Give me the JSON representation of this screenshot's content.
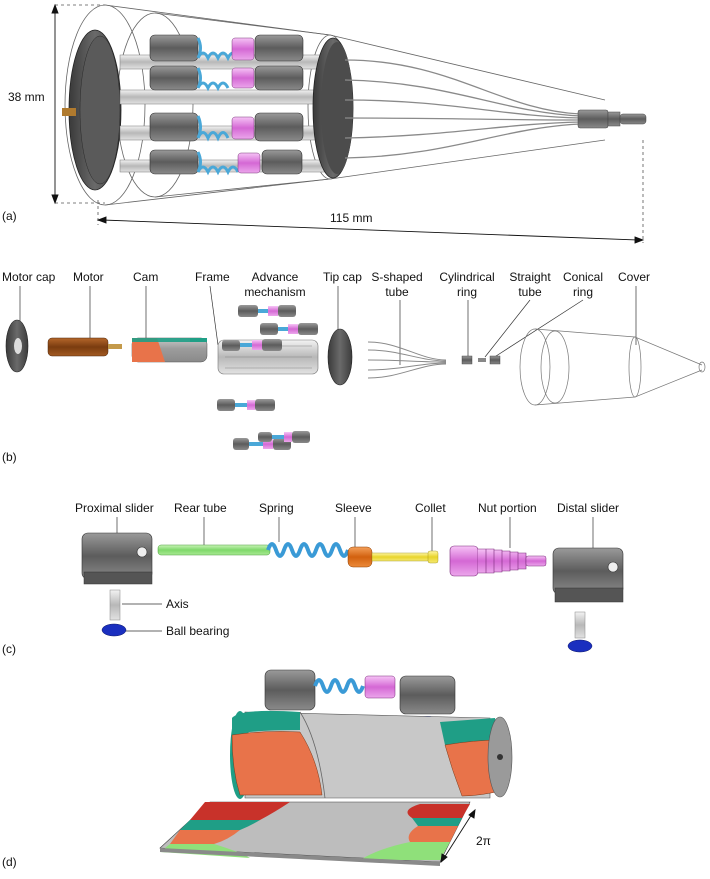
{
  "panels": {
    "a": "(a)",
    "b": "(b)",
    "c": "(c)",
    "d": "(d)"
  },
  "panel_a": {
    "height_dim": "38 mm",
    "length_dim": "115 mm"
  },
  "panel_b": {
    "motor_cap": "Motor cap",
    "motor": "Motor",
    "cam": "Cam",
    "frame": "Frame",
    "advance_line1": "Advance",
    "advance_line2": "mechanism",
    "tip_cap": "Tip cap",
    "s_tube_line1": "S-shaped",
    "s_tube_line2": "tube",
    "cyl_line1": "Cylindrical",
    "cyl_line2": "ring",
    "straight_line1": "Straight",
    "straight_line2": "tube",
    "conical_line1": "Conical",
    "conical_line2": "ring",
    "cover": "Cover"
  },
  "panel_c": {
    "proximal_slider": "Proximal slider",
    "rear_tube": "Rear tube",
    "spring": "Spring",
    "sleeve": "Sleeve",
    "collet": "Collet",
    "nut_portion": "Nut portion",
    "distal_slider": "Distal slider",
    "axis": "Axis",
    "ball_bearing": "Ball bearing"
  },
  "panel_d": {
    "period": "2π"
  },
  "colors": {
    "cam_orange": "#e8734a",
    "cam_teal": "#1f9e86",
    "spring_blue": "#4aa8d8",
    "nut_pink": "#e07ee0",
    "rear_tube_green": "#8fe07a",
    "collet_yellow": "#f2e24a",
    "sleeve_orange": "#e0701e",
    "slider_gray": "#707070",
    "bearing_blue": "#1a2fbf",
    "motor_brown": "#8b4a14",
    "red_track": "#c8322a"
  }
}
